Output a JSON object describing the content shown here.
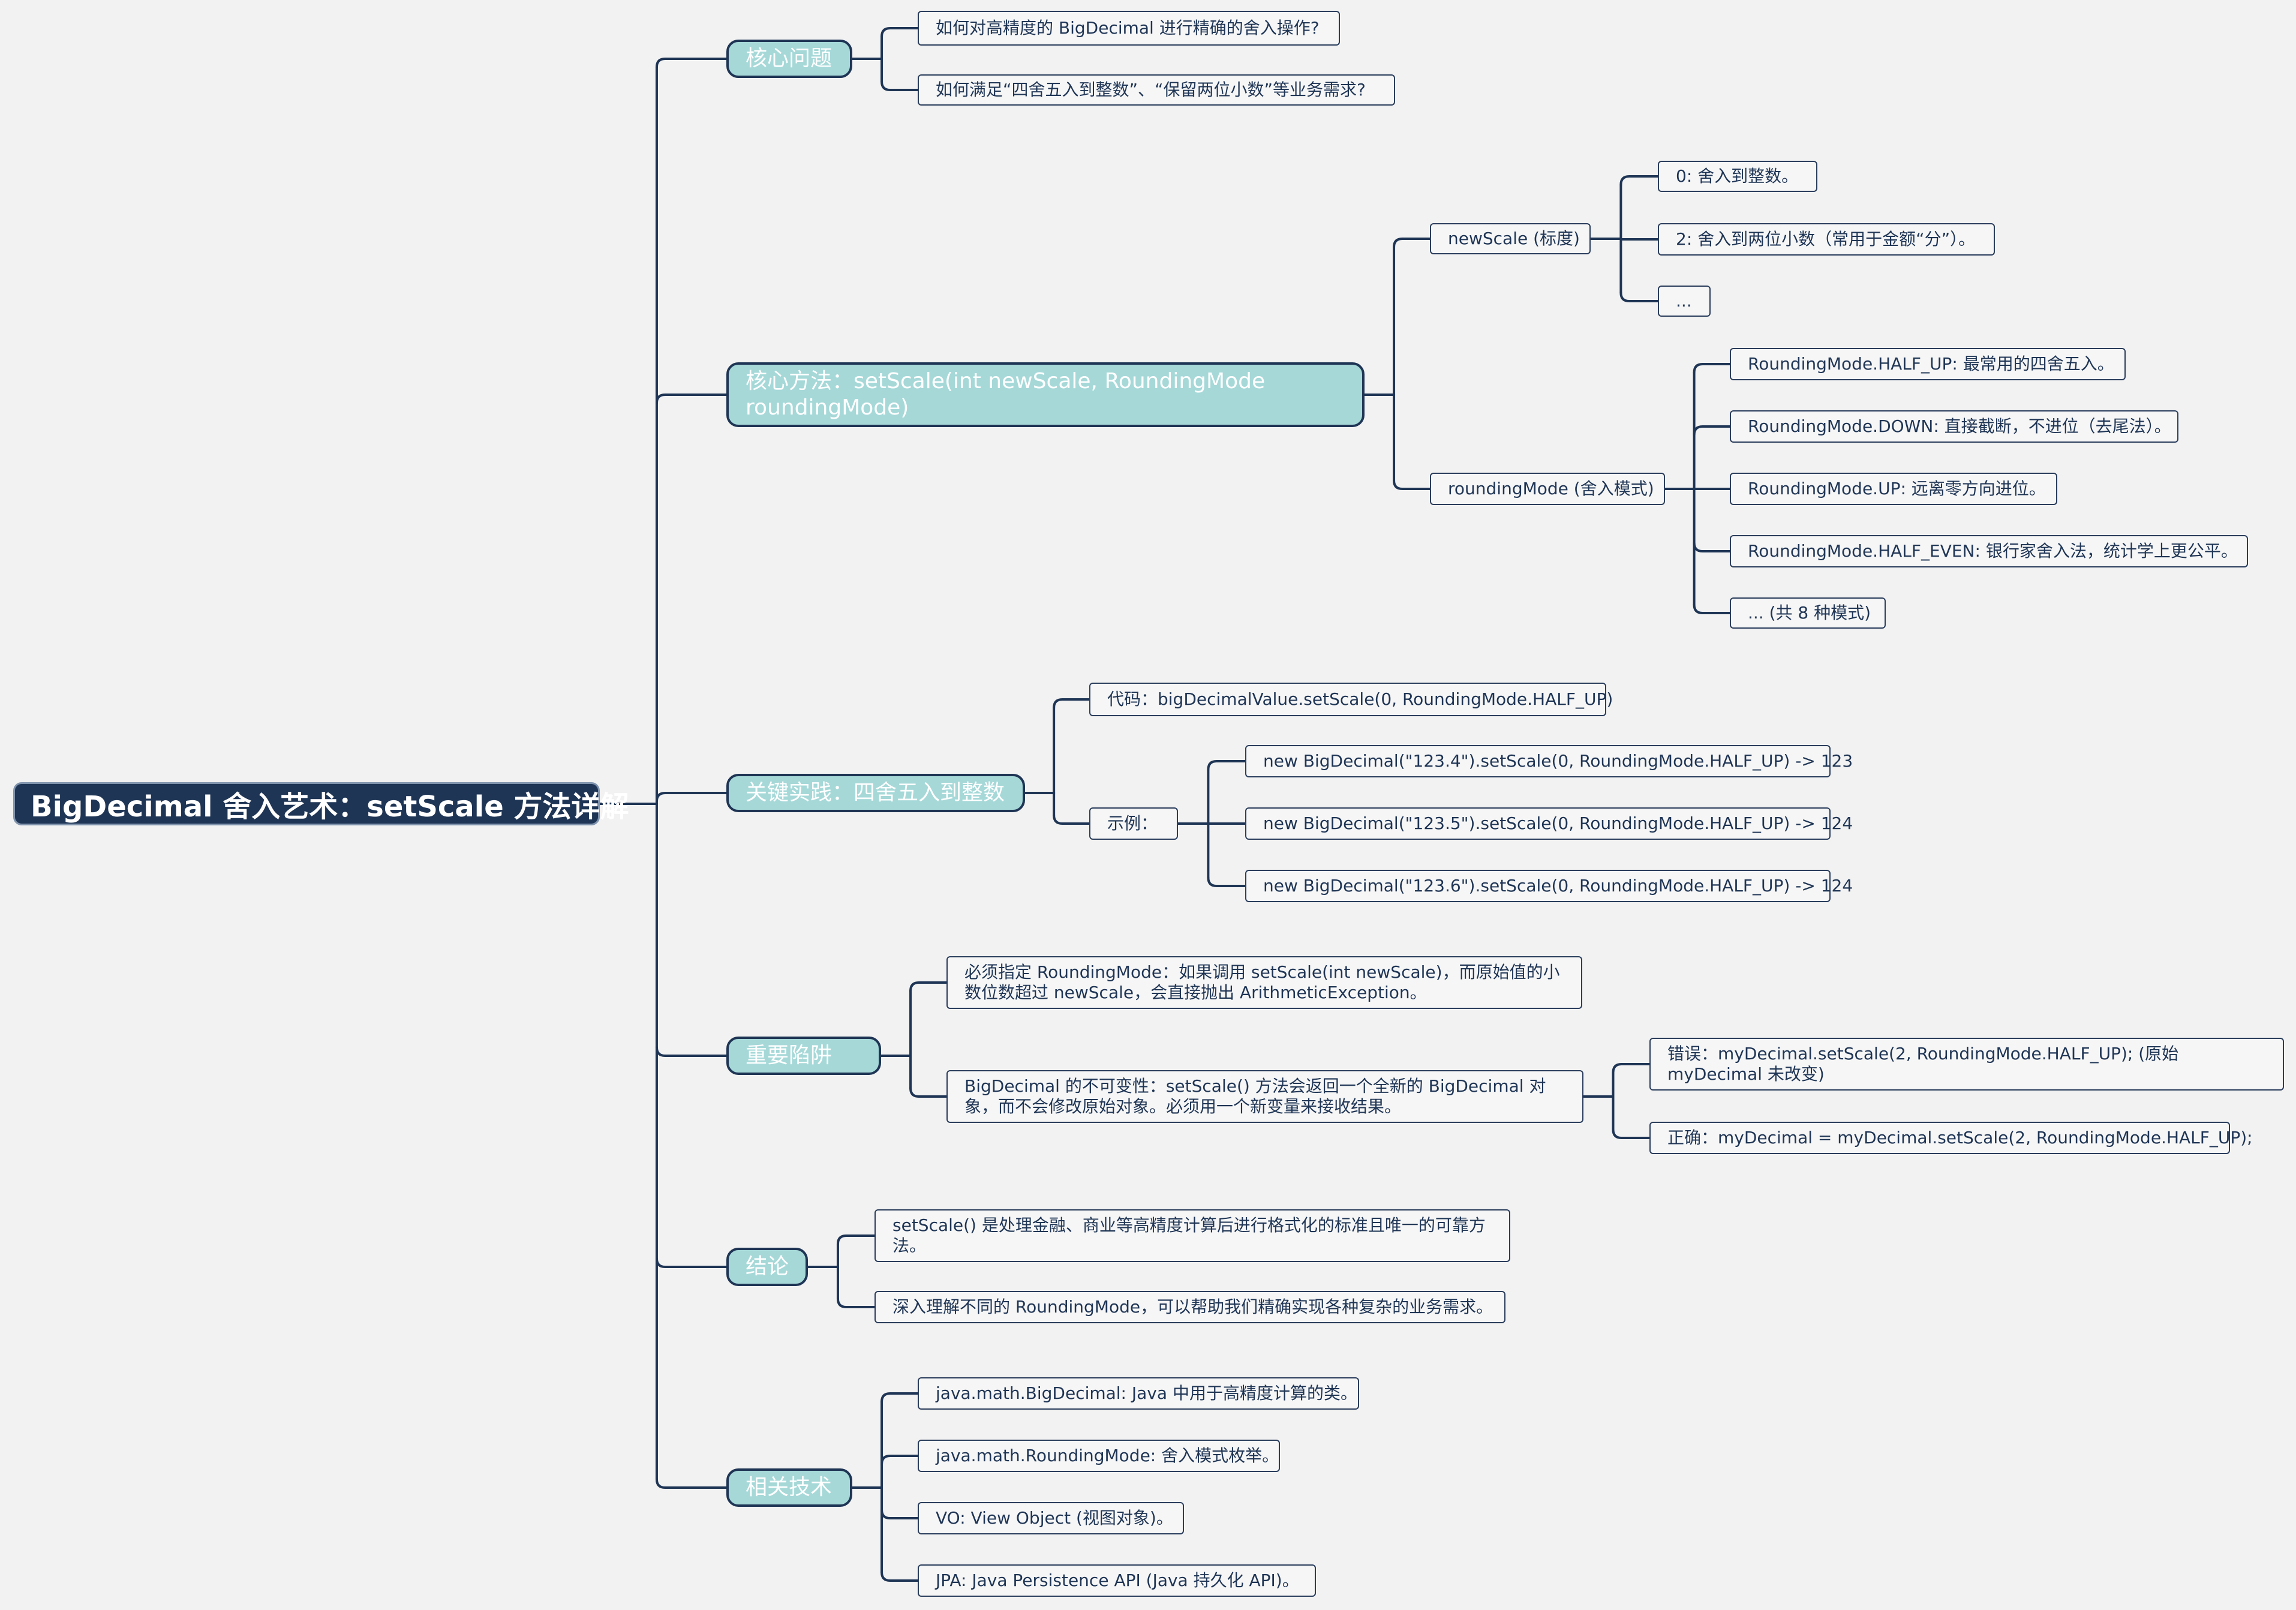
{
  "root": "BigDecimal 舍入艺术：setScale 方法详解",
  "core_question": {
    "label": "核心问题",
    "items": [
      "如何对高精度的 BigDecimal 进行精确的舍入操作?",
      "如何满足“四舍五入到整数”、“保留两位小数”等业务需求?"
    ]
  },
  "core_method": {
    "label": "核心方法：setScale(int newScale, RoundingMode roundingMode)",
    "new_scale": {
      "label": "newScale (标度)",
      "items": [
        "0: 舍入到整数。",
        "2: 舍入到两位小数（常用于金额“分”）。",
        "..."
      ]
    },
    "rounding_mode": {
      "label": "roundingMode (舍入模式)",
      "items": [
        "RoundingMode.HALF_UP: 最常用的四舍五入。",
        "RoundingMode.DOWN: 直接截断，不进位（去尾法）。",
        "RoundingMode.UP: 远离零方向进位。",
        "RoundingMode.HALF_EVEN: 银行家舍入法，统计学上更公平。",
        "... (共 8 种模式)"
      ]
    }
  },
  "key_practice": {
    "label": "关键实践：四舍五入到整数",
    "code": "代码：bigDecimalValue.setScale(0, RoundingMode.HALF_UP)",
    "examples_label": "示例：",
    "examples": [
      "new BigDecimal(\"123.4\").setScale(0, RoundingMode.HALF_UP) -> 123",
      "new BigDecimal(\"123.5\").setScale(0, RoundingMode.HALF_UP) -> 124",
      "new BigDecimal(\"123.6\").setScale(0, RoundingMode.HALF_UP) -> 124"
    ]
  },
  "pitfalls": {
    "label": "重要陷阱",
    "must_specify": "必须指定 RoundingMode：如果调用 setScale(int newScale)，而原始值的小数位数超过 newScale，会直接抛出 ArithmeticException。",
    "immutability": "BigDecimal 的不可变性：setScale() 方法会返回一个全新的 BigDecimal 对象，而不会修改原始对象。必须用一个新变量来接收结果。",
    "wrong": "错误：myDecimal.setScale(2, RoundingMode.HALF_UP); (原始 myDecimal 未改变)",
    "right": "正确：myDecimal = myDecimal.setScale(2, RoundingMode.HALF_UP);"
  },
  "conclusion": {
    "label": "结论",
    "items": [
      "setScale() 是处理金融、商业等高精度计算后进行格式化的标准且唯一的可靠方法。",
      "深入理解不同的 RoundingMode，可以帮助我们精确实现各种复杂的业务需求。"
    ]
  },
  "related": {
    "label": "相关技术",
    "items": [
      "java.math.BigDecimal: Java 中用于高精度计算的类。",
      "java.math.RoundingMode: 舍入模式枚举。",
      "VO: View Object (视图对象)。",
      "JPA: Java Persistence API (Java 持久化 API)。"
    ]
  },
  "colors": {
    "root_bg": "#1f3555",
    "branch_bg": "#a6d8d8",
    "leaf_border": "#2a3d5c",
    "background": "#f2f2f2"
  }
}
